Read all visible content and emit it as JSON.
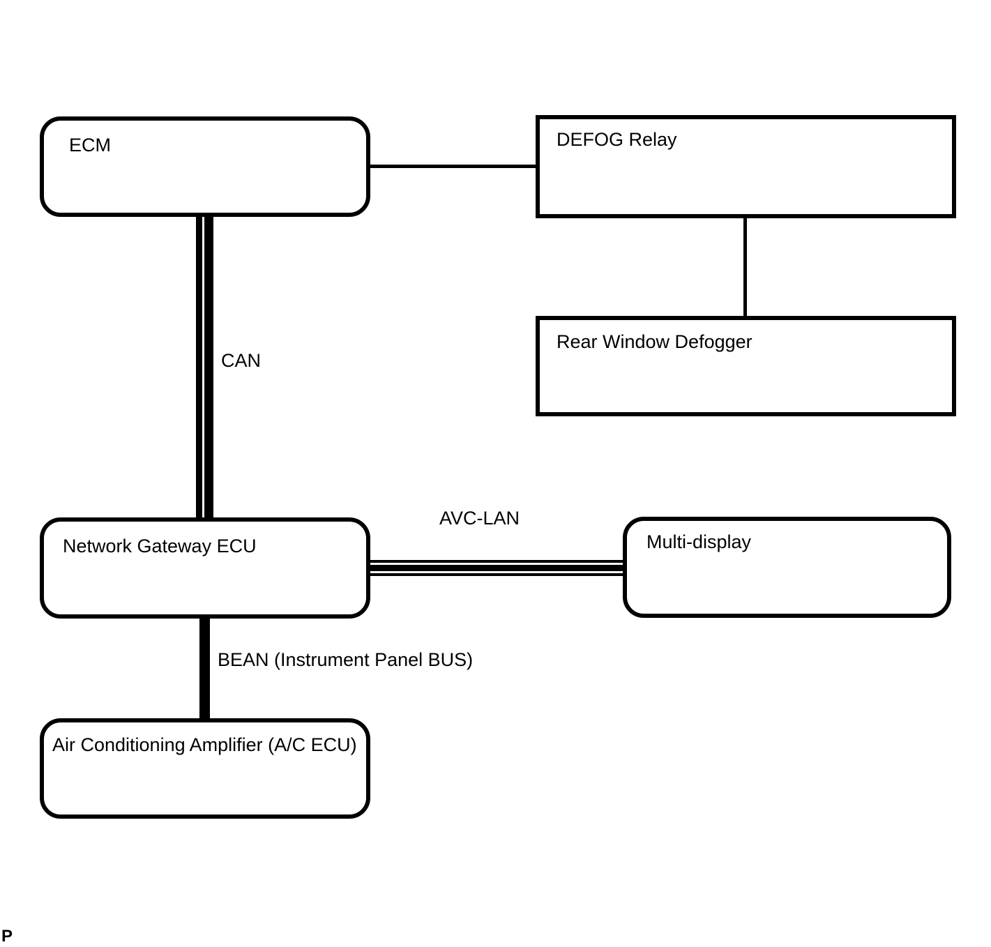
{
  "diagram_type": "vehicle-communication-bus-diagram",
  "nodes": {
    "ecm": {
      "label": "ECM",
      "shape": "rounded"
    },
    "defog_relay": {
      "label": "DEFOG Relay",
      "shape": "rectangle"
    },
    "rear_defogger": {
      "label": "Rear Window Defogger",
      "shape": "rectangle"
    },
    "network_gateway": {
      "label": "Network Gateway ECU",
      "shape": "rounded"
    },
    "multi_display": {
      "label": "Multi-display",
      "shape": "rounded"
    },
    "ac_amplifier": {
      "label": "Air Conditioning Amplifier (A/C ECU)",
      "shape": "rounded"
    }
  },
  "edges": [
    {
      "from": "ecm",
      "to": "defog_relay",
      "style": "thin-single",
      "label": ""
    },
    {
      "from": "defog_relay",
      "to": "rear_defogger",
      "style": "thin-single",
      "label": ""
    },
    {
      "from": "ecm",
      "to": "network_gateway",
      "style": "double-line",
      "label": "CAN"
    },
    {
      "from": "network_gateway",
      "to": "multi_display",
      "style": "triple-line",
      "label": "AVC-LAN"
    },
    {
      "from": "network_gateway",
      "to": "ac_amplifier",
      "style": "thick-single",
      "label": "BEAN (Instrument Panel BUS)"
    }
  ],
  "edge_labels": {
    "can": "CAN",
    "avc_lan": "AVC-LAN",
    "bean": "BEAN (Instrument Panel BUS)"
  },
  "page_marker": "P",
  "colors": {
    "line": "#000000",
    "text": "#000000",
    "background": "#ffffff"
  }
}
